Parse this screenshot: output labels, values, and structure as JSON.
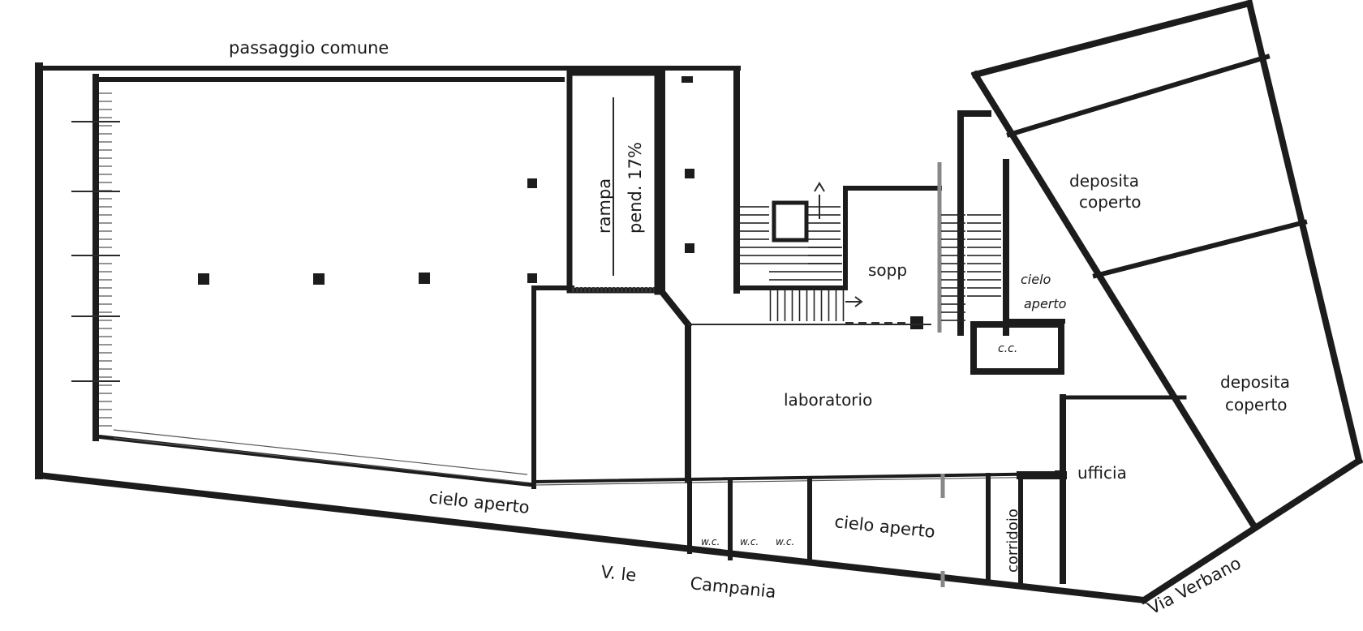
{
  "labels": {
    "passaggio": "passaggio comune",
    "rampa": "rampa",
    "pendenza": "pend. 17%",
    "sopp": "sopp",
    "cielo_small_1": "cielo",
    "cielo_small_2": "aperto",
    "deposito_1_line1": "deposita",
    "deposito_1_line2": "coperto",
    "deposito_2_line1": "deposita",
    "deposito_2_line2": "coperto",
    "wc_box": "c.c.",
    "laboratorio": "laboratorio",
    "ufficio": "ufficia",
    "cielo_aperto_1": "cielo aperto",
    "cielo_aperto_2": "cielo aperto",
    "wc_1": "w.c.",
    "wc_2": "w.c.",
    "wc_3": "w.c.",
    "corridoio": "corridoio",
    "vle": "V. le",
    "campania": "Campania",
    "via_verbano": "Via Verbano"
  }
}
